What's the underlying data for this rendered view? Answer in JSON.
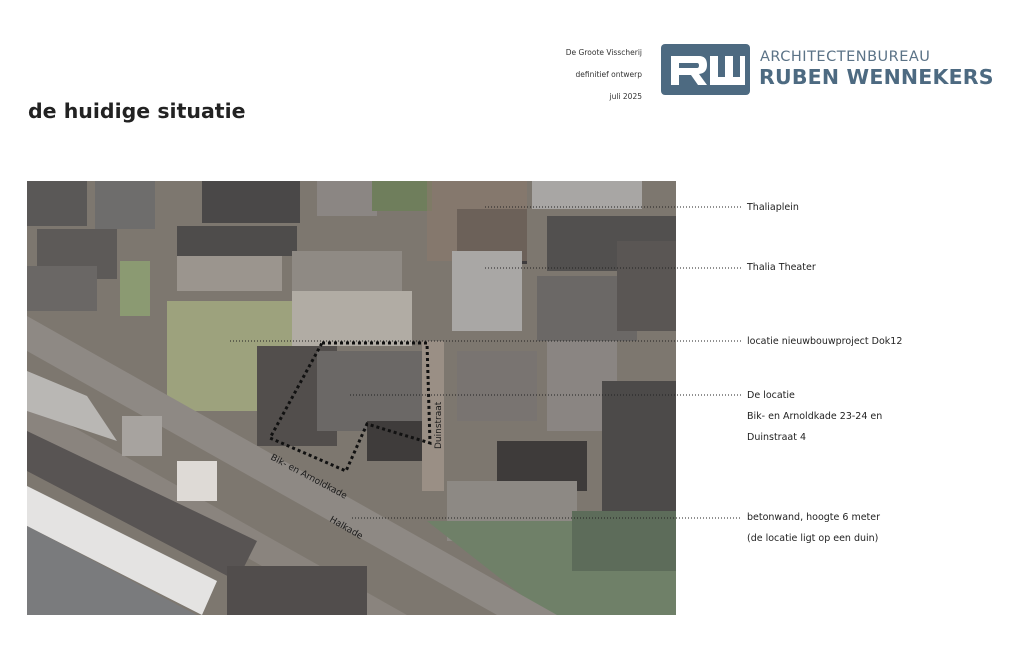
{
  "header": {
    "project": "De Groote Visscherij",
    "phase": "definitief ontwerp",
    "date": "juli 2025",
    "firm_line1": "ARCHITECTENBUREAU",
    "firm_line2": "RUBEN WENNEKERS"
  },
  "page": {
    "title": "de huidige situatie"
  },
  "map": {
    "streets": {
      "duinstraat": "Duinstraat",
      "bik": "Bik- en Arnoldkade",
      "halkade": "Halkade"
    }
  },
  "callouts": [
    {
      "lines": [
        "Thaliaplein"
      ]
    },
    {
      "lines": [
        "Thalia Theater"
      ]
    },
    {
      "lines": [
        "locatie nieuwbouwproject Dok12"
      ]
    },
    {
      "lines": [
        "De locatie",
        "Bik- en Arnoldkade 23-24 en",
        "Duinstraat 4"
      ]
    },
    {
      "lines": [
        "betonwand, hoogte 6 meter",
        "(de locatie ligt op een duin)"
      ]
    }
  ]
}
